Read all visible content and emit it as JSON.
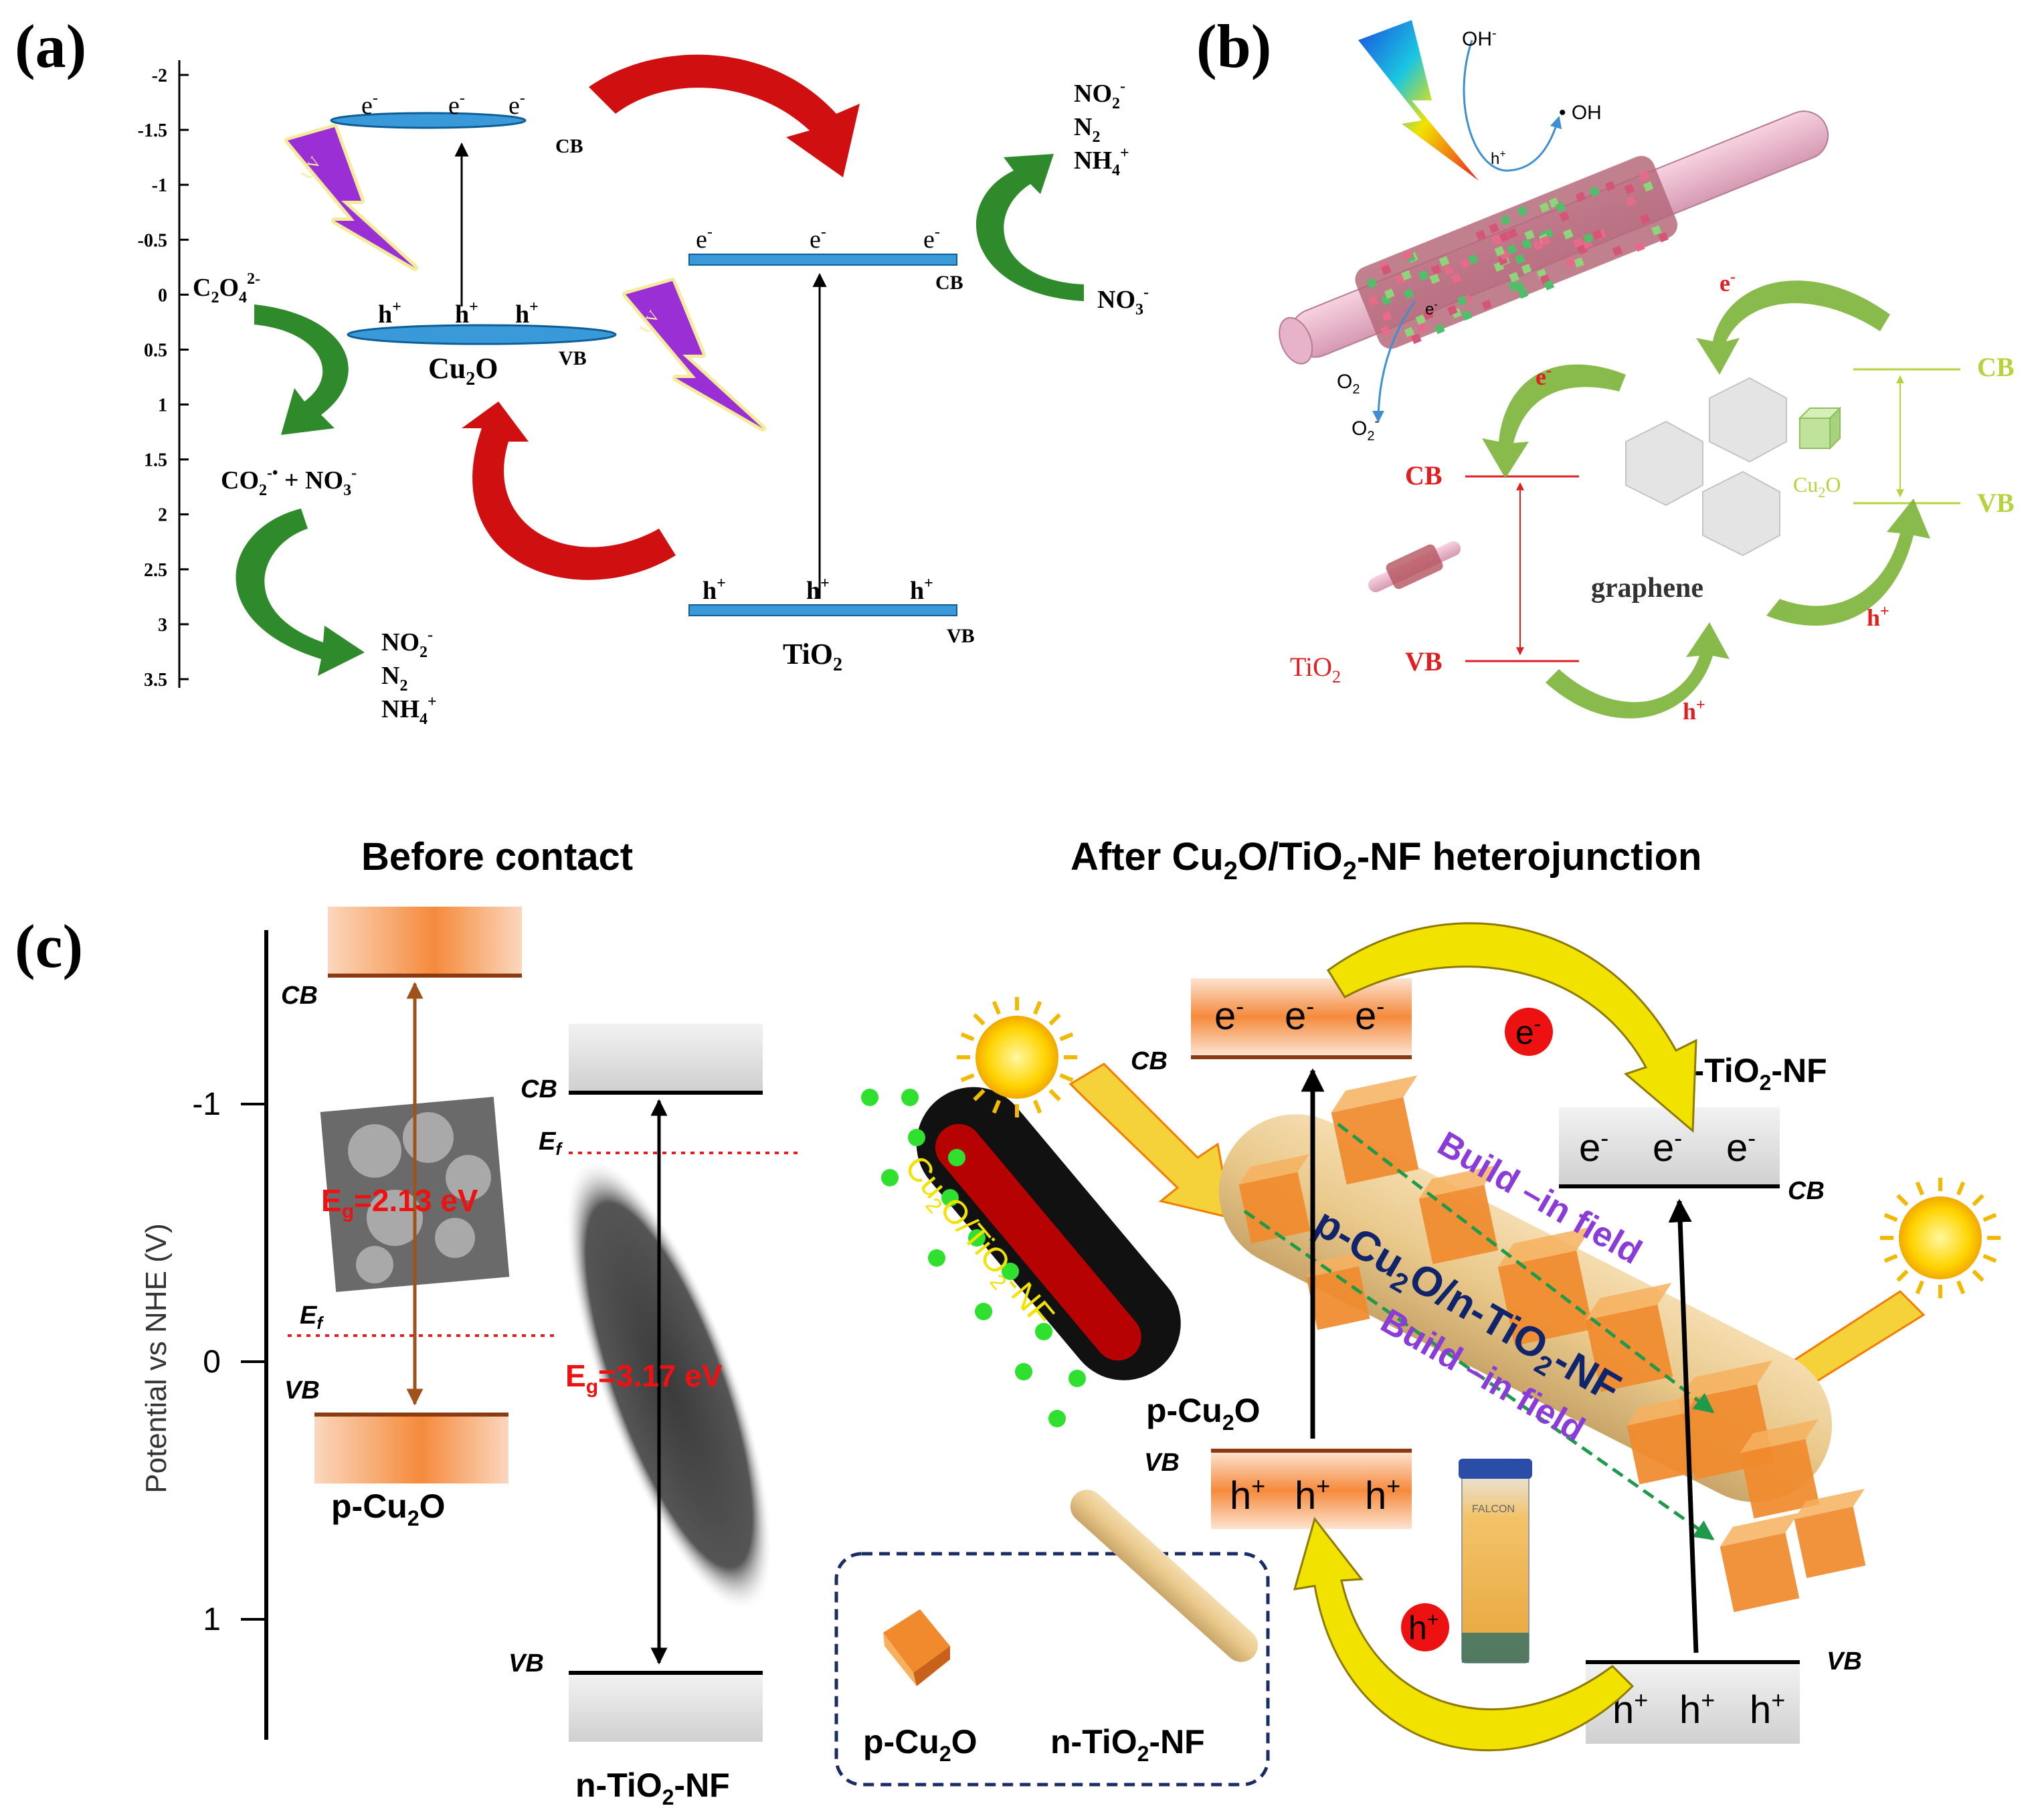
{
  "colors": {
    "band_blue": "#3a9ad9",
    "band_blue_dark": "#0d5e96",
    "arrow_red": "#d01010",
    "arrow_green": "#2e8a2a",
    "uv_purple": "#9b2fd6",
    "tio2_red": "#e02020",
    "cu2o_green": "#b5d33c",
    "green_arrow_b": "#7bb238",
    "orange_band": "#f58a3c",
    "brown_band": "#8b3a12",
    "yellow_arrow": "#f2e200",
    "purple_text": "#8a3bd8",
    "navy_text": "#10246b",
    "red_text": "#ee1111",
    "box_dash": "#1a2c66"
  },
  "panel_a": {
    "label": "(a)",
    "axis_ticks": [
      "-2",
      "-1.5",
      "-1",
      "-0.5",
      "0",
      "0.5",
      "1",
      "1.5",
      "2",
      "2.5",
      "3",
      "3.5"
    ],
    "cu2o": {
      "name": "Cu",
      "sub": "2",
      "name2": "O",
      "cb": "CB",
      "vb": "VB",
      "e": "e",
      "h": "h"
    },
    "tio2": {
      "name": "TiO",
      "sub": "2",
      "cb": "CB",
      "vb": "VB"
    },
    "uv": "UV",
    "oxalate": {
      "t1": "C",
      "s1": "2",
      "t2": "O",
      "s2": "4",
      "sup": "2-"
    },
    "radical": {
      "t1": "CO",
      "s1": "2",
      "sup1": "-•",
      "t2": " + NO",
      "s2": "3",
      "sup2": "-"
    },
    "products": {
      "no2": "NO",
      "no2_sub": "2",
      "no2_sup": "-",
      "n2": "N",
      "n2_sub": "2",
      "nh4": "NH",
      "nh4_sub": "4",
      "nh4_sup": "+"
    },
    "nitrate": {
      "t": "NO",
      "s": "3",
      "sup": "-"
    }
  },
  "panel_b": {
    "label": "(b)",
    "oh_minus": "OH",
    "oh_minus_sup": "-",
    "oh_radical": "• OH",
    "h_plus_top": "h",
    "e_minus_tube": "e",
    "o2": "O",
    "o2_sub": "2",
    "o2_minus": "O",
    "o2_minus_sub": "2",
    "o2_minus_sup": "-",
    "e_label": "e",
    "minus": "-",
    "h_label": "h",
    "plus": "+",
    "tio2_cb": "CB",
    "tio2_vb": "VB",
    "tio2_name": "TiO",
    "tio2_sub": "2",
    "cu2o_cb": "CB",
    "cu2o_vb": "VB",
    "cu2o_name": "Cu",
    "cu2o_sub": "2",
    "cu2o_name2": "O",
    "graphene": "graphene"
  },
  "panel_c": {
    "label": "(c)",
    "before_title": "Before contact",
    "after_title": "After Cu",
    "after_title_sub": "2",
    "after_title_mid": "O/TiO",
    "after_title_sub2": "2",
    "after_title_end": "-NF  heterojunction",
    "yaxis_label": "Potential vs NHE (V)",
    "yticks": [
      "-1",
      "0",
      "1"
    ],
    "cb": "CB",
    "vb": "VB",
    "ef": "E",
    "ef_sub": "f",
    "eg_cu2o": {
      "e": "E",
      "sub": "g",
      "val": "=2.13 eV"
    },
    "eg_tio2": {
      "e": "E",
      "sub": "g",
      "val": "=3.17 eV"
    },
    "p_cu2o": {
      "p": "p-Cu",
      "sub": "2",
      "o": "O"
    },
    "n_tio2": {
      "n": "n-TiO",
      "sub": "2",
      "nf": "-NF"
    },
    "composite": {
      "t1": "Cu",
      "s1": "2",
      "t2": "O/TiO",
      "s2": "2",
      "t3": "-NF"
    },
    "build_field": "Build –in field",
    "junction": {
      "t1": "p-Cu",
      "s1": "2",
      "t2": "O/n-TiO",
      "s2": "2",
      "t3": "-NF"
    },
    "electrons": "e",
    "holes": "h",
    "legend_cu2o": {
      "p": "p-Cu",
      "sub": "2",
      "o": "O"
    },
    "legend_tio2": {
      "n": "n-TiO",
      "sub": "2",
      "nf": "-NF"
    },
    "bottle_label": "FALCON"
  }
}
